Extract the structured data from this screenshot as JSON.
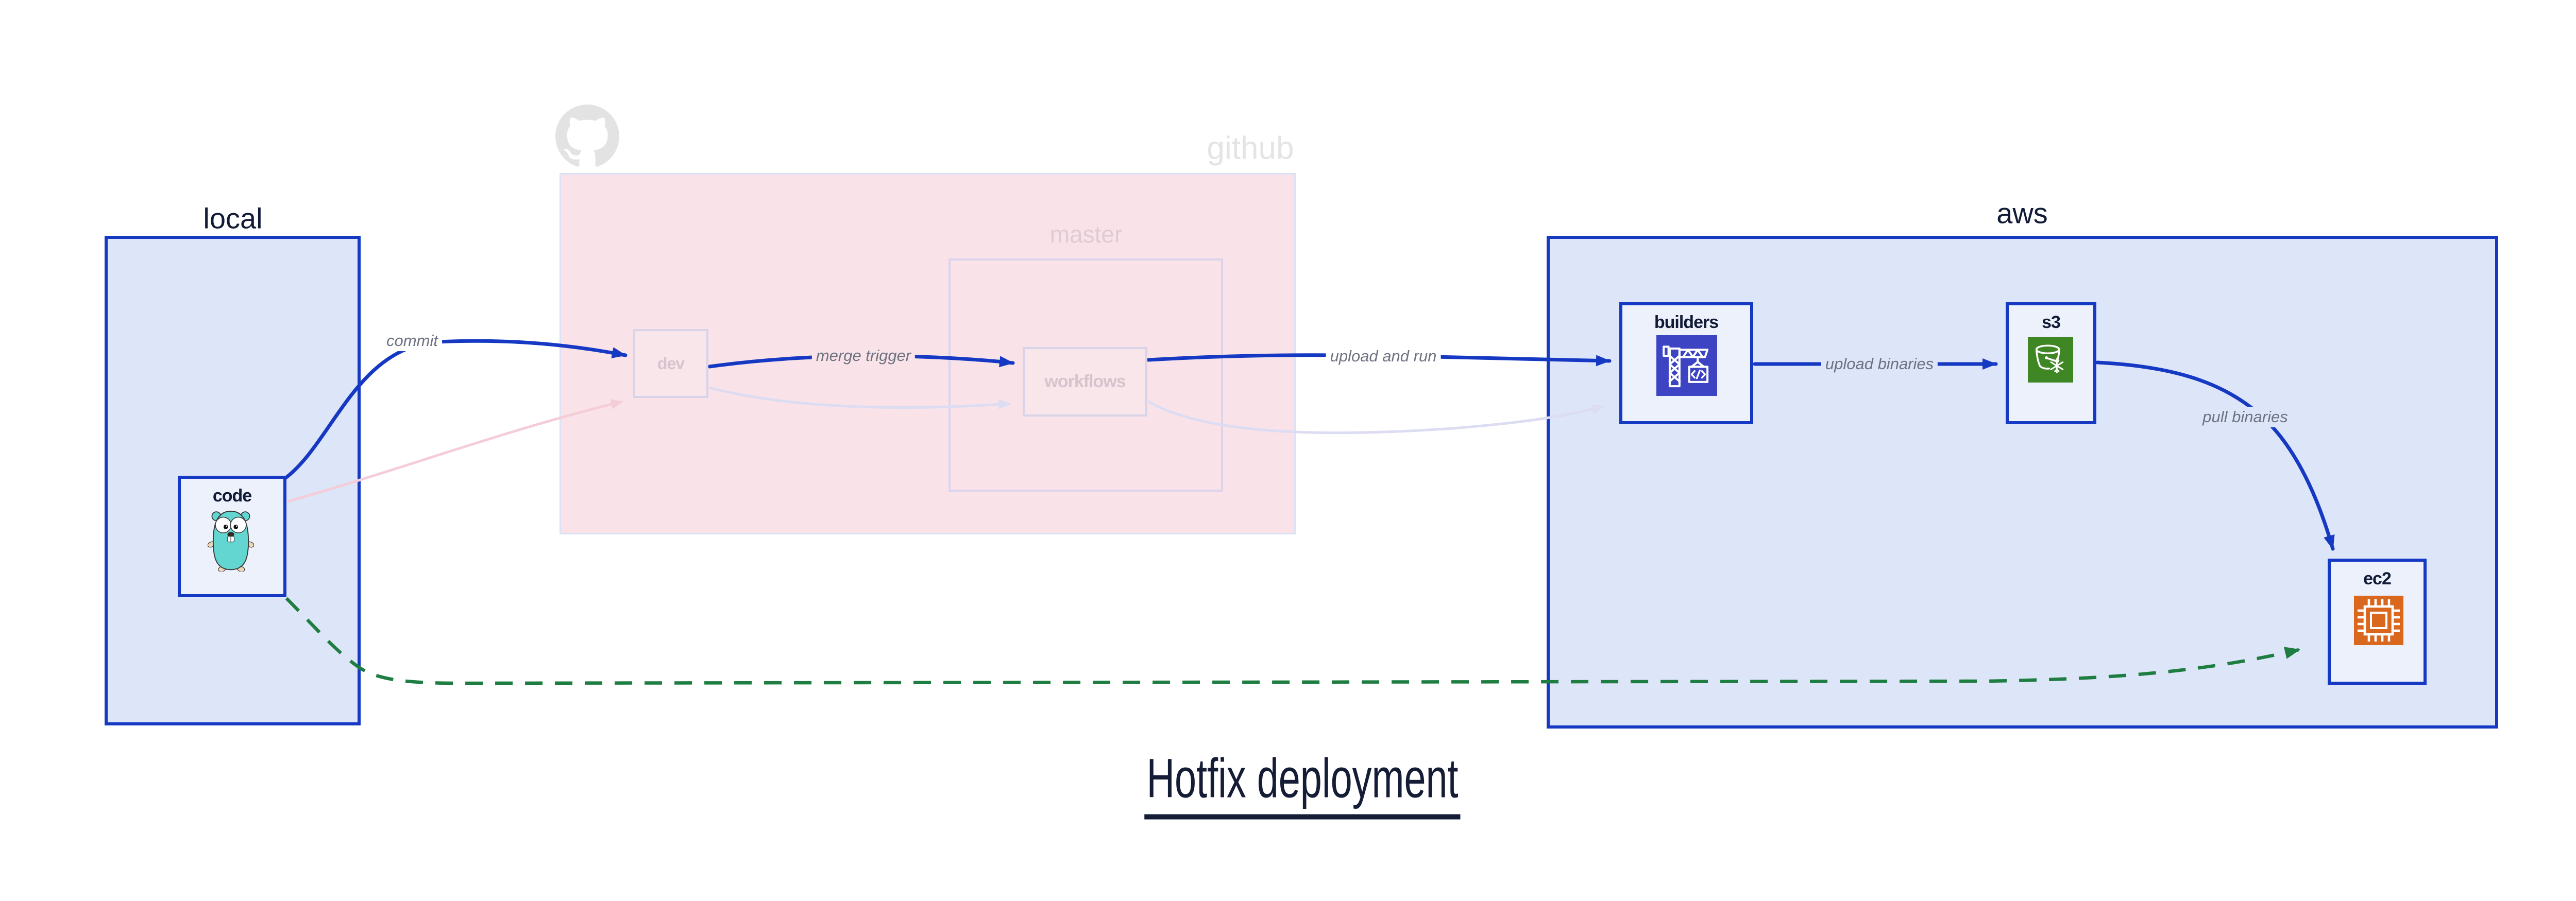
{
  "title": {
    "text": "Hotfix deployment"
  },
  "regions": {
    "local": {
      "label": "local"
    },
    "github": {
      "label": "github",
      "master": {
        "label": "master"
      }
    },
    "aws": {
      "label": "aws"
    }
  },
  "nodes": {
    "code": {
      "label": "code",
      "icon": "go-gopher-icon"
    },
    "dev": {
      "label": "dev"
    },
    "workflows": {
      "label": "workflows"
    },
    "builders": {
      "label": "builders",
      "icon": "codebuild-crane-icon"
    },
    "s3": {
      "label": "s3",
      "icon": "s3-bucket-icon"
    },
    "ec2": {
      "label": "ec2",
      "icon": "ec2-chip-icon"
    }
  },
  "edges": {
    "commit": {
      "label": "commit",
      "from": "code",
      "to": "dev",
      "style": "solid-blue"
    },
    "merge_trigger": {
      "label": "merge trigger",
      "from": "dev",
      "to": "workflows",
      "style": "solid-blue"
    },
    "upload_and_run": {
      "label": "upload and run",
      "from": "workflows",
      "to": "builders",
      "style": "solid-blue"
    },
    "upload_binaries": {
      "label": "upload binaries",
      "from": "builders",
      "to": "s3",
      "style": "solid-blue"
    },
    "pull_binaries": {
      "label": "pull binaries",
      "from": "s3",
      "to": "ec2",
      "style": "solid-blue"
    },
    "faded_code_dev": {
      "label": "",
      "from": "code",
      "to": "dev",
      "style": "faded-pink"
    },
    "faded_dev_workflows": {
      "label": "",
      "from": "dev",
      "to": "workflows",
      "style": "faded-lavender"
    },
    "faded_workflows_build": {
      "label": "",
      "from": "workflows",
      "to": "builders",
      "style": "faded-lavender"
    },
    "hotfix_code_ec2": {
      "label": "",
      "from": "code",
      "to": "ec2",
      "style": "dashed-green"
    }
  },
  "colors": {
    "accent_blue": "#1639c4",
    "region_fill_blue": "#dde5f8",
    "node_fill": "#edf1fb",
    "region_fill_pink": "#f9e3e9",
    "faded_lavender": "#dcdcf2",
    "faded_pink": "#f4cdd8",
    "hotfix_green": "#1e7d40",
    "text_navy": "#111b36",
    "edge_label_gray": "#6d7280",
    "watermark_gray": "#e4e4e4",
    "codebuild_indigo": "#3d44c3",
    "s3_green": "#3f8624",
    "ec2_orange": "#d9671e",
    "gopher_teal": "#63d6d2"
  }
}
